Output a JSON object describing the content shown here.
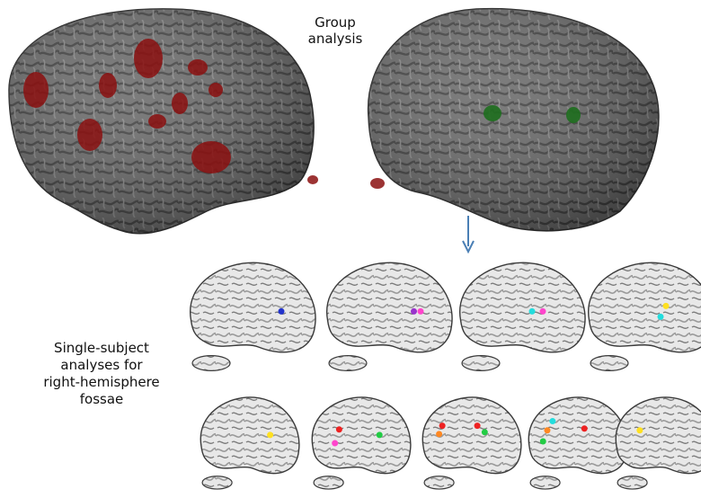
{
  "labels": {
    "group_line1": "Group",
    "group_line2": "analysis",
    "single_line1": "Single-subject",
    "single_line2": "analyses for",
    "single_line3": "right-hemisphere",
    "single_line4": "fossae"
  },
  "colors": {
    "cortex_dark": "#5c5c5c",
    "cortex_mid": "#7a7a7a",
    "activation_red": "#8b1010",
    "activation_green": "#1e6e1e",
    "slice_fill": "#e6e6e6",
    "slice_outline": "#3a3a3a",
    "arrow": "#4a7fb5"
  },
  "brains": [
    {
      "name": "left-hemisphere-render",
      "activation": "red"
    },
    {
      "name": "right-hemisphere-render",
      "activation": "green"
    }
  ],
  "slices": [
    {
      "row": 1,
      "col": 1,
      "dots": [
        {
          "color": "#2233cc"
        }
      ]
    },
    {
      "row": 1,
      "col": 2,
      "dots": [
        {
          "color": "#9933cc"
        },
        {
          "color": "#ff44cc"
        }
      ]
    },
    {
      "row": 1,
      "col": 3,
      "dots": [
        {
          "color": "#22dddd"
        },
        {
          "color": "#ff44cc"
        }
      ]
    },
    {
      "row": 1,
      "col": 4,
      "dots": [
        {
          "color": "#ffe020"
        },
        {
          "color": "#22dddd"
        }
      ]
    },
    {
      "row": 2,
      "col": 1,
      "dots": [
        {
          "color": "#ffe020"
        }
      ]
    },
    {
      "row": 2,
      "col": 2,
      "dots": [
        {
          "color": "#ee2222"
        },
        {
          "color": "#ff44cc"
        },
        {
          "color": "#22cc44"
        }
      ]
    },
    {
      "row": 2,
      "col": 3,
      "dots": [
        {
          "color": "#ee2222"
        },
        {
          "color": "#ff8822"
        },
        {
          "color": "#ee2222"
        },
        {
          "color": "#22cc44"
        }
      ]
    },
    {
      "row": 2,
      "col": 4,
      "dots": [
        {
          "color": "#22dddd"
        },
        {
          "color": "#ff8822"
        },
        {
          "color": "#22cc44"
        },
        {
          "color": "#ee2222"
        }
      ]
    },
    {
      "row": 2,
      "col": 5,
      "dots": [
        {
          "color": "#ffe020"
        }
      ]
    }
  ]
}
